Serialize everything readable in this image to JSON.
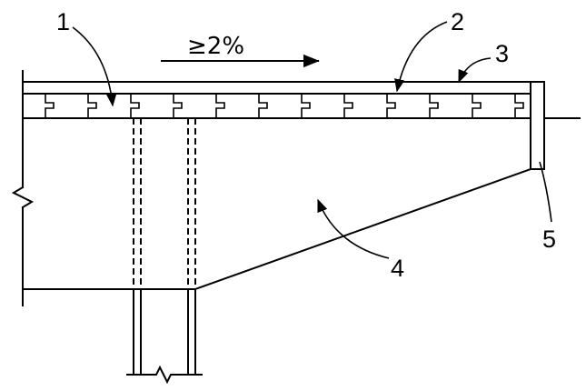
{
  "slope": {
    "text": "≥2%"
  },
  "callouts": [
    {
      "id": "1",
      "text": "1"
    },
    {
      "id": "2",
      "text": "2"
    },
    {
      "id": "3",
      "text": "3"
    },
    {
      "id": "4",
      "text": "4"
    },
    {
      "id": "5",
      "text": "5"
    }
  ]
}
